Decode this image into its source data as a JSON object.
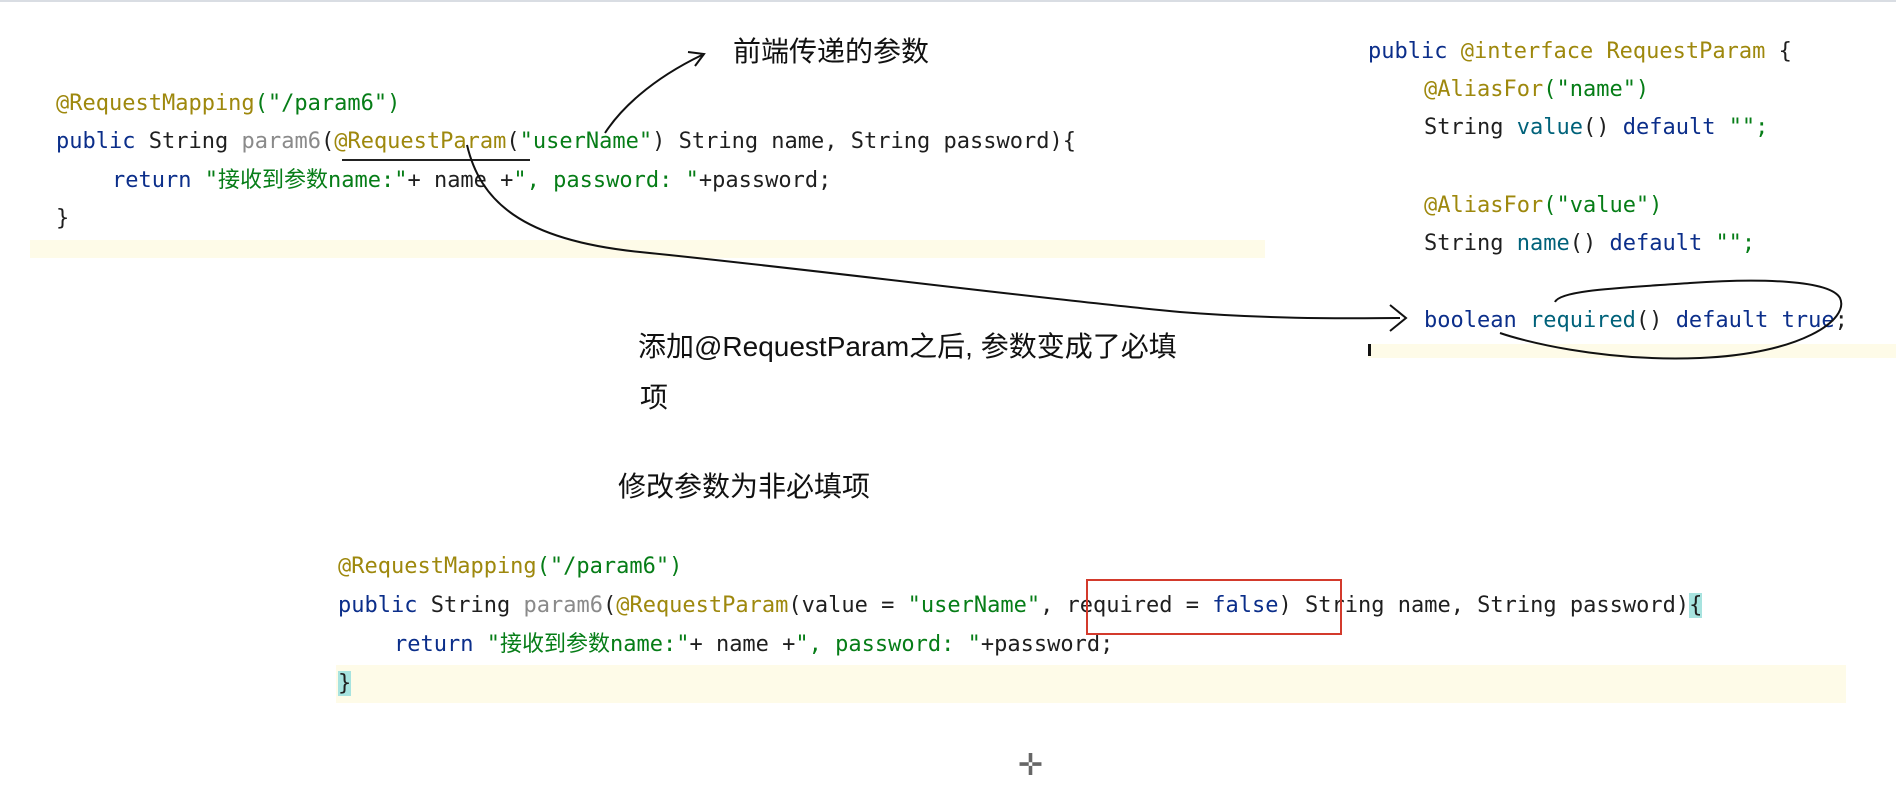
{
  "top_snippet": {
    "annotation_name": "@RequestMapping",
    "mapping_args": "(\"/param6\")",
    "kw_public": "public",
    "ret_type": "String",
    "method_name": "param6",
    "open_paren": "(",
    "param_annotation": "@RequestParam",
    "param_annotation_args_open": "(",
    "param_annotation_value": "\"userName\"",
    "param_annotation_args_close": ")",
    "params_rest": " String name, String password){",
    "kw_return": "return",
    "ret_str1": "\"接收到参数name:\"",
    "ret_mid": "+ name +",
    "ret_str2": "\", password: \"",
    "ret_end": "+password;",
    "close_brace": "}"
  },
  "iface_snippet": {
    "kw_public": "public",
    "kw_interface": "@interface",
    "iface_name": "RequestParam",
    "open_brace": "{",
    "alias1": "@AliasFor",
    "alias1_args": "(\"name\")",
    "type1": "String",
    "m1": "value",
    "m1_rest": "()",
    "kw_default1": "default",
    "def1": "\"\";",
    "alias2": "@AliasFor",
    "alias2_args": "(\"value\")",
    "type2": "String",
    "m2": "name",
    "m2_rest": "()",
    "kw_default2": "default",
    "def2": "\"\";",
    "kw_boolean": "boolean",
    "m3": "required",
    "m3_rest": "()",
    "kw_default3": "default",
    "kw_true": "true",
    "semi": ";"
  },
  "notes": {
    "frontend_param": "前端传递的参数",
    "required_line1": "添加@RequestParam之后, 参数变成了必填",
    "required_line2": "项",
    "modify": "修改参数为非必填项"
  },
  "bottom_snippet": {
    "annotation_name": "@RequestMapping",
    "mapping_args": "(\"/param6\")",
    "kw_public": "public",
    "ret_type": "String",
    "method_name": "param6",
    "open_paren": "(",
    "param_annotation": "@RequestParam",
    "value_part": "(value = ",
    "value_str": "\"userName\"",
    "comma": ",",
    "required_key": " required = ",
    "kw_false": "false",
    "close_paren": ")",
    "params_rest": " String name, String password)",
    "open_brace": "{",
    "kw_return": "return",
    "ret_str1": "\"接收到参数name:\"",
    "ret_mid": "+ name +",
    "ret_str2": "\", password: \"",
    "ret_end": "+password;",
    "close_brace": "}"
  },
  "cursor_glyph": "✛"
}
